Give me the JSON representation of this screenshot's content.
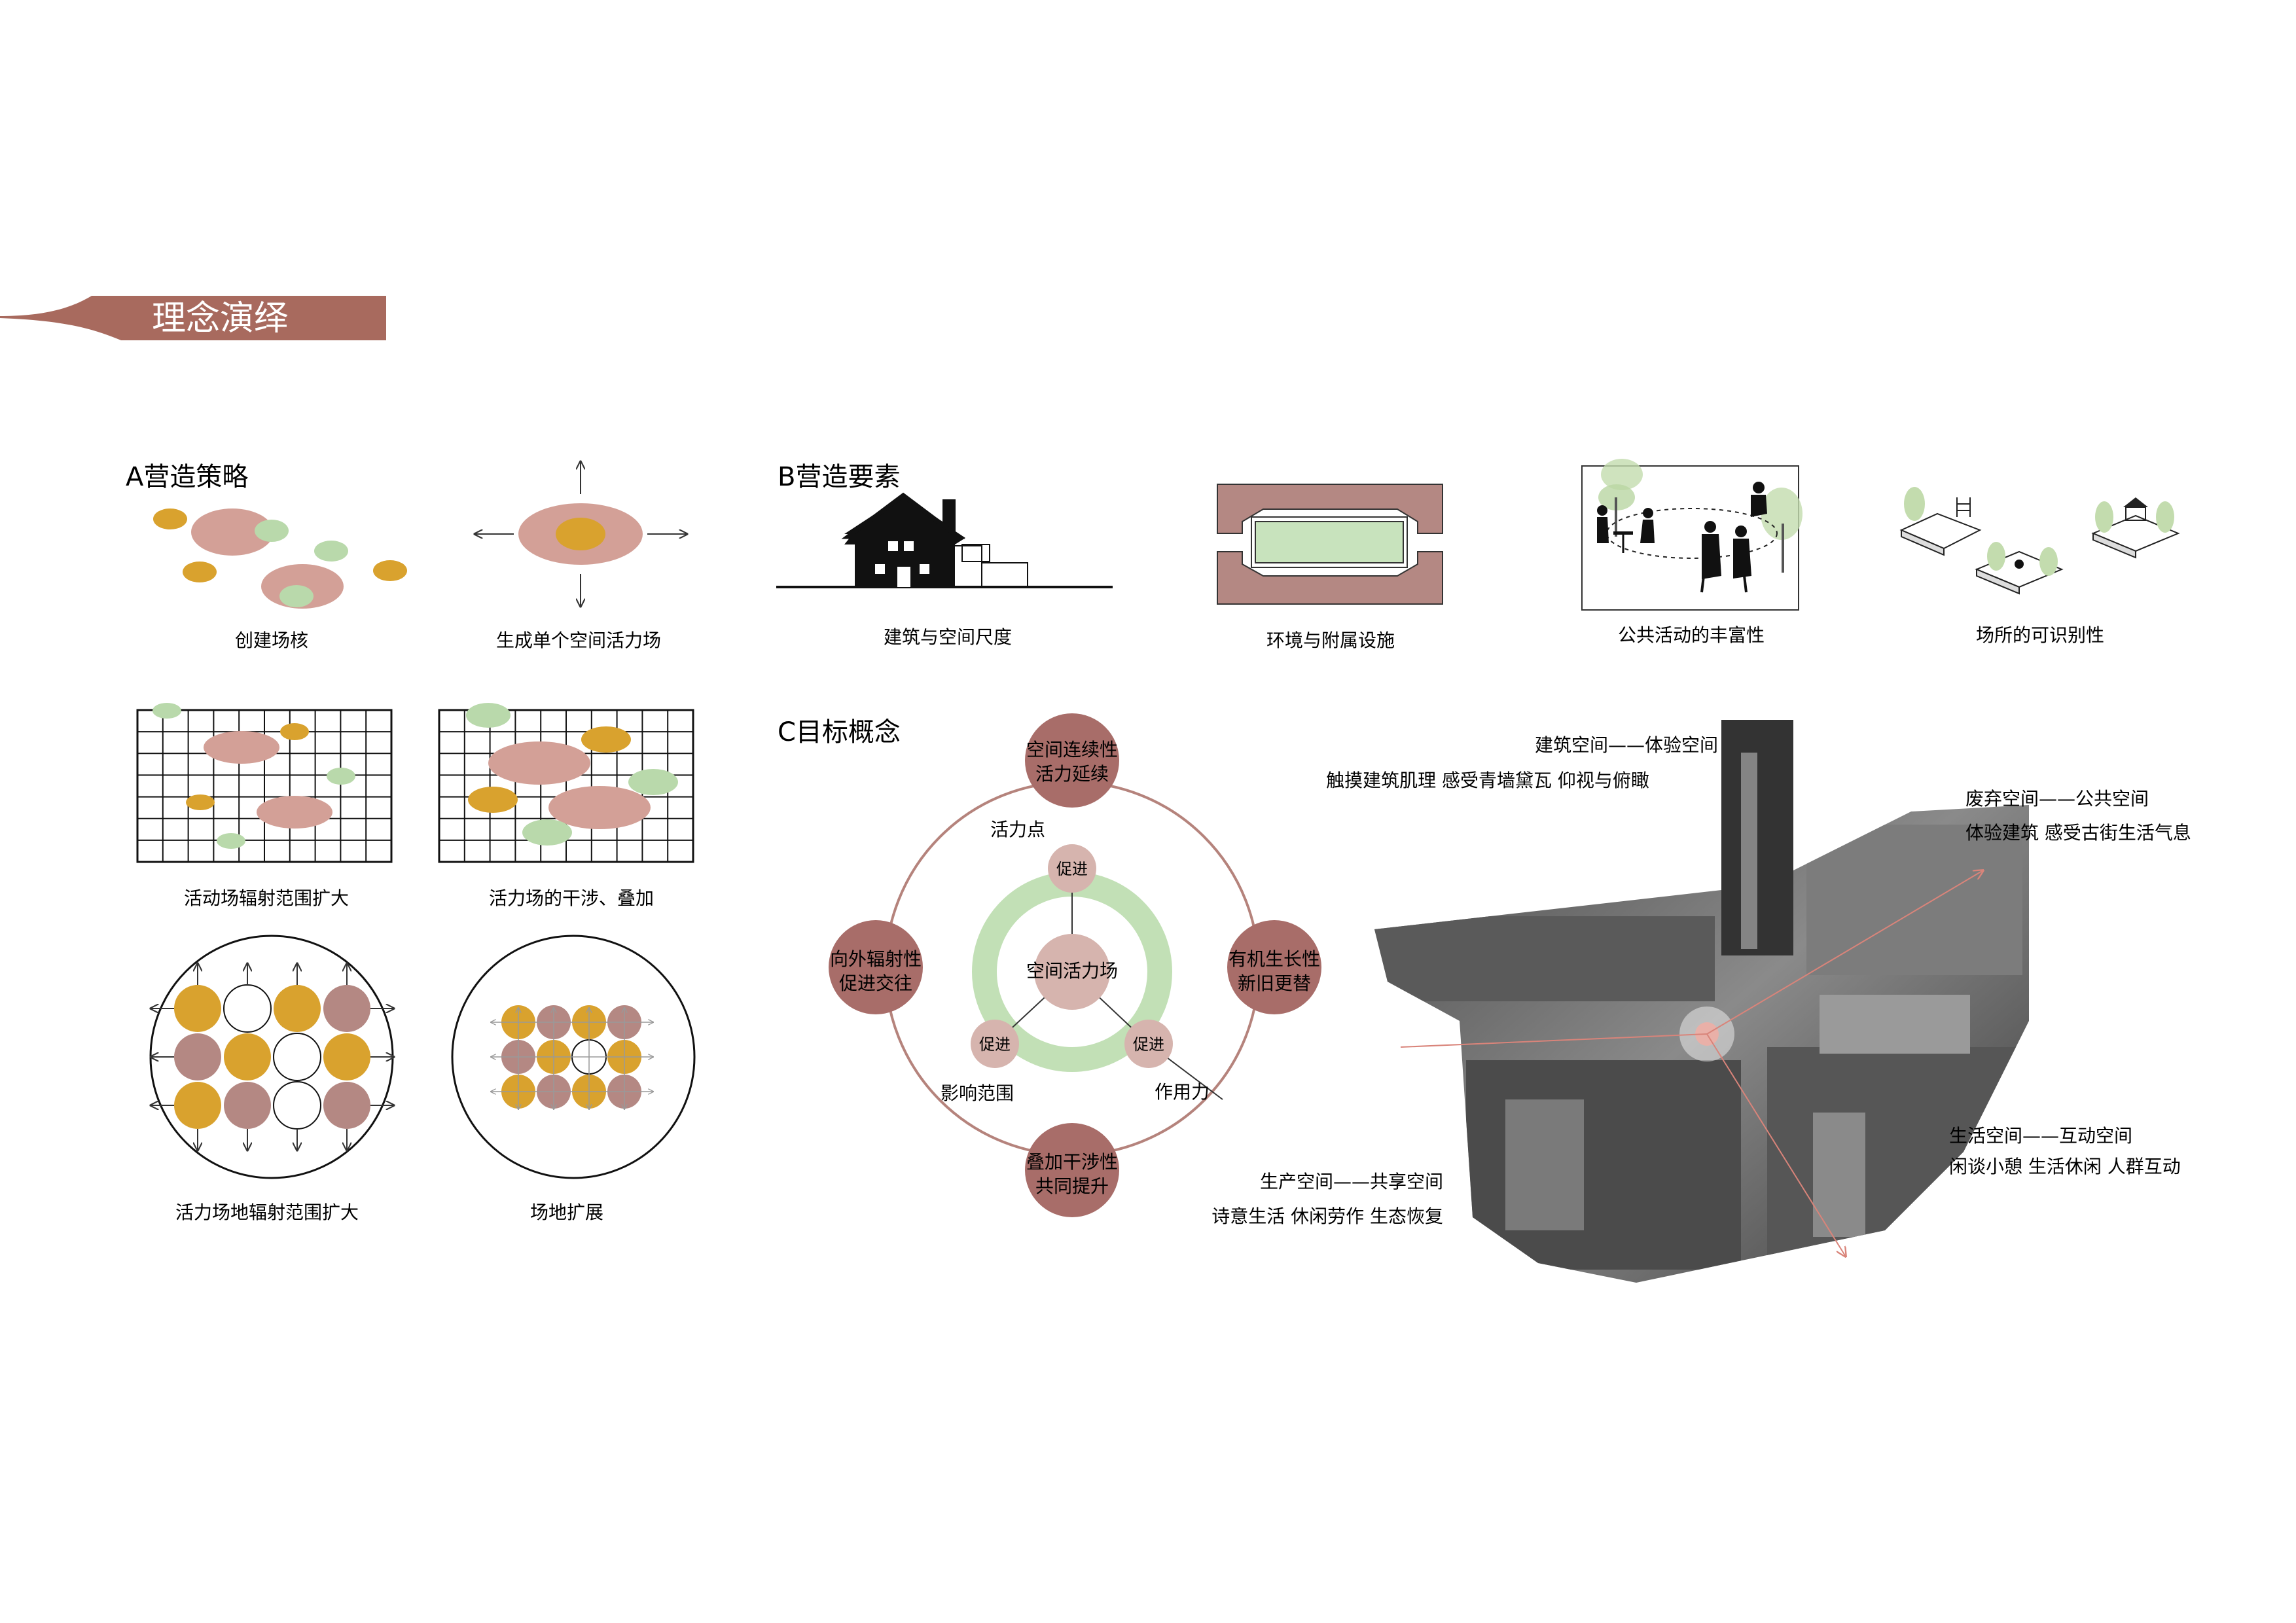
{
  "header": {
    "title": "理念演绎"
  },
  "colors": {
    "header": "#a86a5e",
    "pink": "#d3a097",
    "mauve": "#b48883",
    "gold": "#d9a22e",
    "green": "#b9d9ab",
    "ring": "#c2e0b6",
    "ring_line": "#b5837c",
    "node": "#a86d69",
    "node_light": "#d6b4ae"
  },
  "sectionA": {
    "title": "A营造策略",
    "captions": {
      "a1": "创建场核",
      "a2": "生成单个空间活力场",
      "a3": "活动场辐射范围扩大",
      "a4": "活力场的干涉、叠加",
      "a5": "活力场地辐射范围扩大",
      "a6": "场地扩展"
    },
    "circle_grid_a5": [
      [
        "gold",
        "white",
        "gold",
        "mauve"
      ],
      [
        "mauve",
        "gold",
        "white",
        "gold"
      ],
      [
        "gold",
        "mauve",
        "white",
        "mauve"
      ]
    ],
    "circle_grid_a6": [
      [
        "gold",
        "mauve",
        "gold",
        "mauve"
      ],
      [
        "mauve",
        "gold",
        "white",
        "gold"
      ],
      [
        "gold",
        "mauve",
        "gold",
        "mauve"
      ]
    ]
  },
  "sectionB": {
    "title": "B营造要素",
    "captions": {
      "b1": "建筑与空间尺度",
      "b2": "环境与附属设施",
      "b3": "公共活动的丰富性",
      "b4": "场所的可识别性"
    }
  },
  "sectionC": {
    "title": "C目标概念",
    "center": "空间活力场",
    "nodes": {
      "top": [
        "空间连续性",
        "活力延续"
      ],
      "left": [
        "向外辐射性",
        "促进交往"
      ],
      "right": [
        "有机生长性",
        "新旧更替"
      ],
      "bottom": [
        "叠加干涉性",
        "共同提升"
      ]
    },
    "promote": "促进",
    "labels": {
      "point": "活力点",
      "range": "影响范围",
      "force": "作用力"
    }
  },
  "collage": {
    "top": [
      "建筑空间——体验空间",
      "触摸建筑肌理 感受青墙黛瓦 仰视与俯瞰"
    ],
    "right_top": [
      "废弃空间——公共空间",
      "体验建筑 感受古街生活气息"
    ],
    "right_bottom": [
      "生活空间——互动空间",
      "闲谈小憩 生活休闲 人群互动"
    ],
    "left_bottom": [
      "生产空间——共享空间",
      "诗意生活 休闲劳作 生态恢复"
    ]
  }
}
